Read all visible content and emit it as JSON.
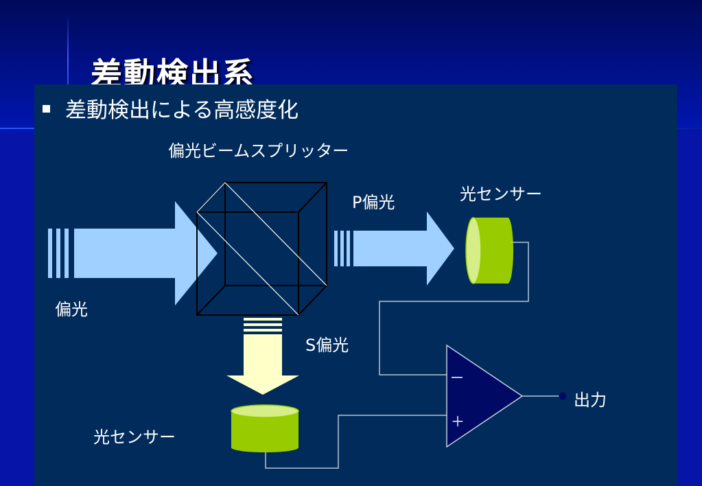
{
  "slide": {
    "title": "差動検出系",
    "bullet": "差動検出による高感度化"
  },
  "diagram": {
    "beam_splitter_label": "偏光ビームスプリッター",
    "input_label": "偏光",
    "p_label": "P偏光",
    "s_label": "S偏光",
    "sensor_top_label": "光センサー",
    "sensor_bottom_label": "光センサー",
    "minus_sign": "－",
    "plus_sign": "＋",
    "output_label": "出力"
  },
  "colors": {
    "background": "#000b6e",
    "content_panel": "#012b5a",
    "beam_blue": "#9fd0ff",
    "beam_yellow": "#ffffc8",
    "sensor_green": "#99cc00",
    "amp_fill": "#000a64"
  }
}
